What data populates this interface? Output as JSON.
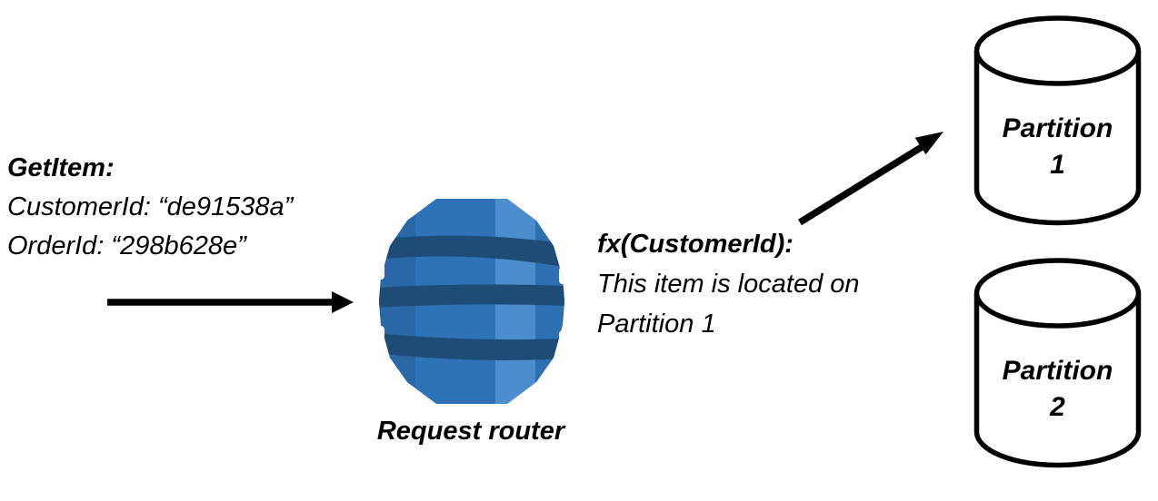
{
  "diagram": {
    "request": {
      "title": "GetItem:",
      "customer_line": "CustomerId: “de91538a”",
      "order_line": "OrderId: “298b628e”"
    },
    "router_label": "Request router",
    "fx": {
      "title": "fx(CustomerId):",
      "line2": "This item is located on",
      "line3": "Partition 1"
    },
    "partitions": [
      {
        "name": "Partition",
        "number": "1"
      },
      {
        "name": "Partition",
        "number": "2"
      }
    ],
    "icons": {
      "router": "dynamodb-database-icon",
      "storage": "database-cylinder-icon",
      "request_arrow": "arrow-right-icon",
      "partition_arrow": "arrow-up-right-icon"
    },
    "colors": {
      "background": "#FFFFFF",
      "text": "#000000",
      "arrow": "#000000",
      "cylinder_stroke": "#000000",
      "cylinder_fill": "#FFFFFF",
      "dynamodb_base": "#2E73B8",
      "dynamodb_left_shade": "#2A67A6",
      "dynamodb_light_facet": "#4E8DCD",
      "dynamodb_right_shade": "#2E6FB2",
      "dynamodb_band": "#1D4D77"
    }
  }
}
